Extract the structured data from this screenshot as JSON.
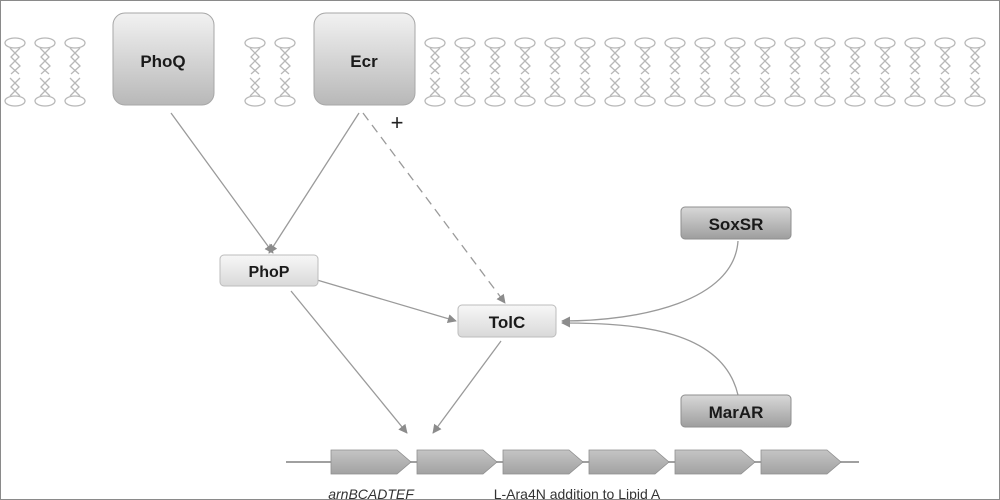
{
  "colors": {
    "membrane": "#b8b8b8",
    "box_light": "#e9e9e9",
    "box_dark": "#b3b3b3",
    "arrow": "#9a9a9a",
    "gene": "#b0b0b0",
    "text": "#1a1a1a"
  },
  "membrane_proteins": {
    "phoq": "PhoQ",
    "ecr": "Ecr"
  },
  "regulators": {
    "phop": "PhoP",
    "tolc": "TolC",
    "soxsr": "SoxSR",
    "marar": "MarAR"
  },
  "activation_sign": "+",
  "operon": {
    "gene_count": 6,
    "name": "arnBCADTEF",
    "function": "L-Ara4N addition to Lipid A"
  }
}
